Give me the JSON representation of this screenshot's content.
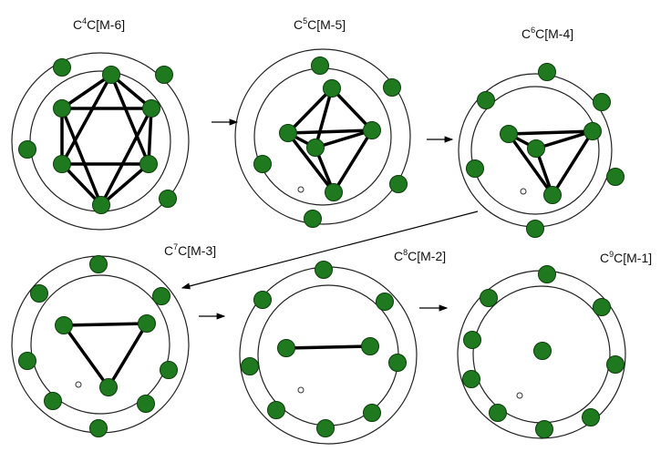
{
  "colors": {
    "node_fill": "#1f7a1f",
    "node_stroke": "#0c3d0c",
    "ring_stroke": "#222222",
    "bond": "#000000",
    "arrow": "#000000"
  },
  "panels": [
    {
      "id": "c4",
      "label": {
        "prefix": "C",
        "sup": "4",
        "suffix": "C[M-6]"
      }
    },
    {
      "id": "c5",
      "label": {
        "prefix": "C",
        "sup": "5",
        "suffix": "C[M-5]"
      }
    },
    {
      "id": "c6",
      "label": {
        "prefix": "C",
        "sup": "6",
        "suffix": "C[M-4]"
      }
    },
    {
      "id": "c7",
      "label": {
        "prefix": "C",
        "sup": "7",
        "suffix": "C[M-3]"
      }
    },
    {
      "id": "c8",
      "label": {
        "prefix": "C",
        "sup": "8",
        "suffix": "C[M-2]"
      }
    },
    {
      "id": "c9",
      "label": {
        "prefix": "C",
        "sup": "9",
        "suffix": "C[M-1]"
      }
    }
  ]
}
